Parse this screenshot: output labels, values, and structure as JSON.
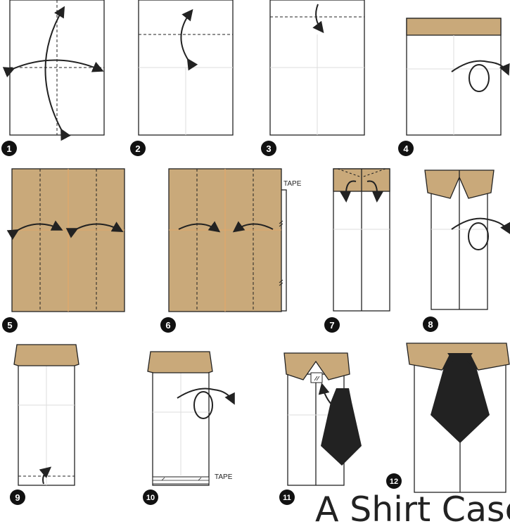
{
  "title": "A Shirt Case",
  "tape_label": "TAPE",
  "steps": [
    "1",
    "2",
    "3",
    "4",
    "5",
    "6",
    "7",
    "8",
    "9",
    "10",
    "11",
    "12"
  ],
  "colors": {
    "paper_colored": "#c9a97a",
    "paper_white": "#ffffff",
    "outline": "#222222",
    "crease": "#dddddd",
    "tie": "#222222"
  }
}
